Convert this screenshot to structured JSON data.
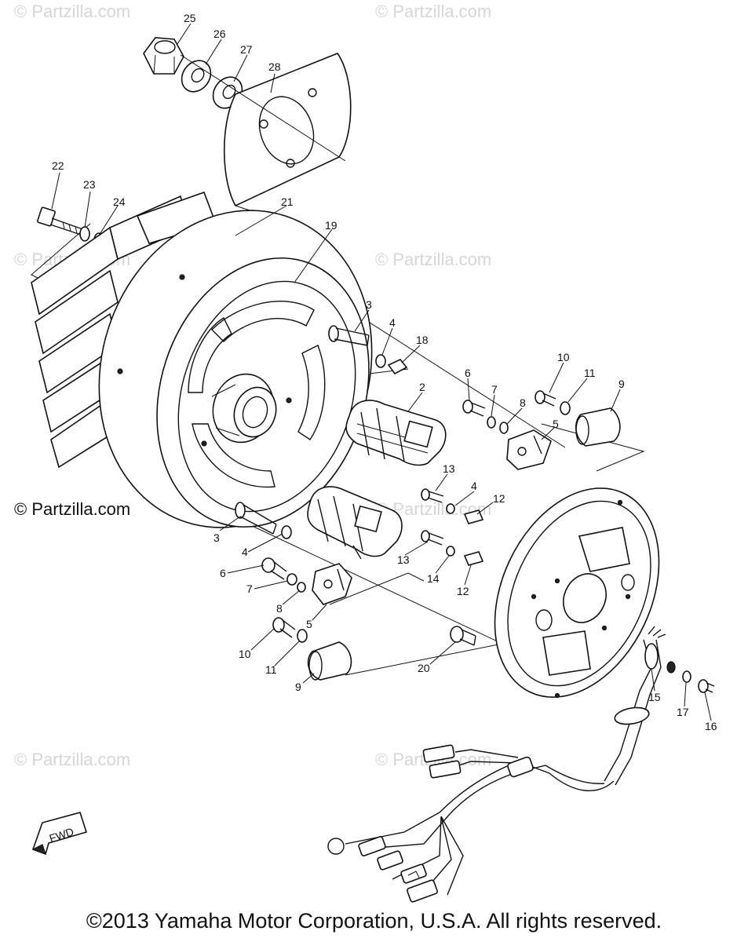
{
  "watermarks": {
    "faint": "© Partzilla.com",
    "strong": "© Partzilla.com"
  },
  "footer": {
    "copyright": "©2013 Yamaha Motor Corporation, U.S.A. All rights reserved."
  },
  "direction_tag": "FWD",
  "callouts": [
    "25",
    "26",
    "27",
    "28",
    "22",
    "23",
    "24",
    "21",
    "19",
    "3",
    "4",
    "18",
    "2",
    "6",
    "7",
    "8",
    "10",
    "11",
    "9",
    "5",
    "13",
    "4",
    "12",
    "3",
    "4",
    "13",
    "14",
    "12",
    "6",
    "7",
    "8",
    "5",
    "10",
    "11",
    "9",
    "20",
    "15",
    "17",
    "16"
  ]
}
